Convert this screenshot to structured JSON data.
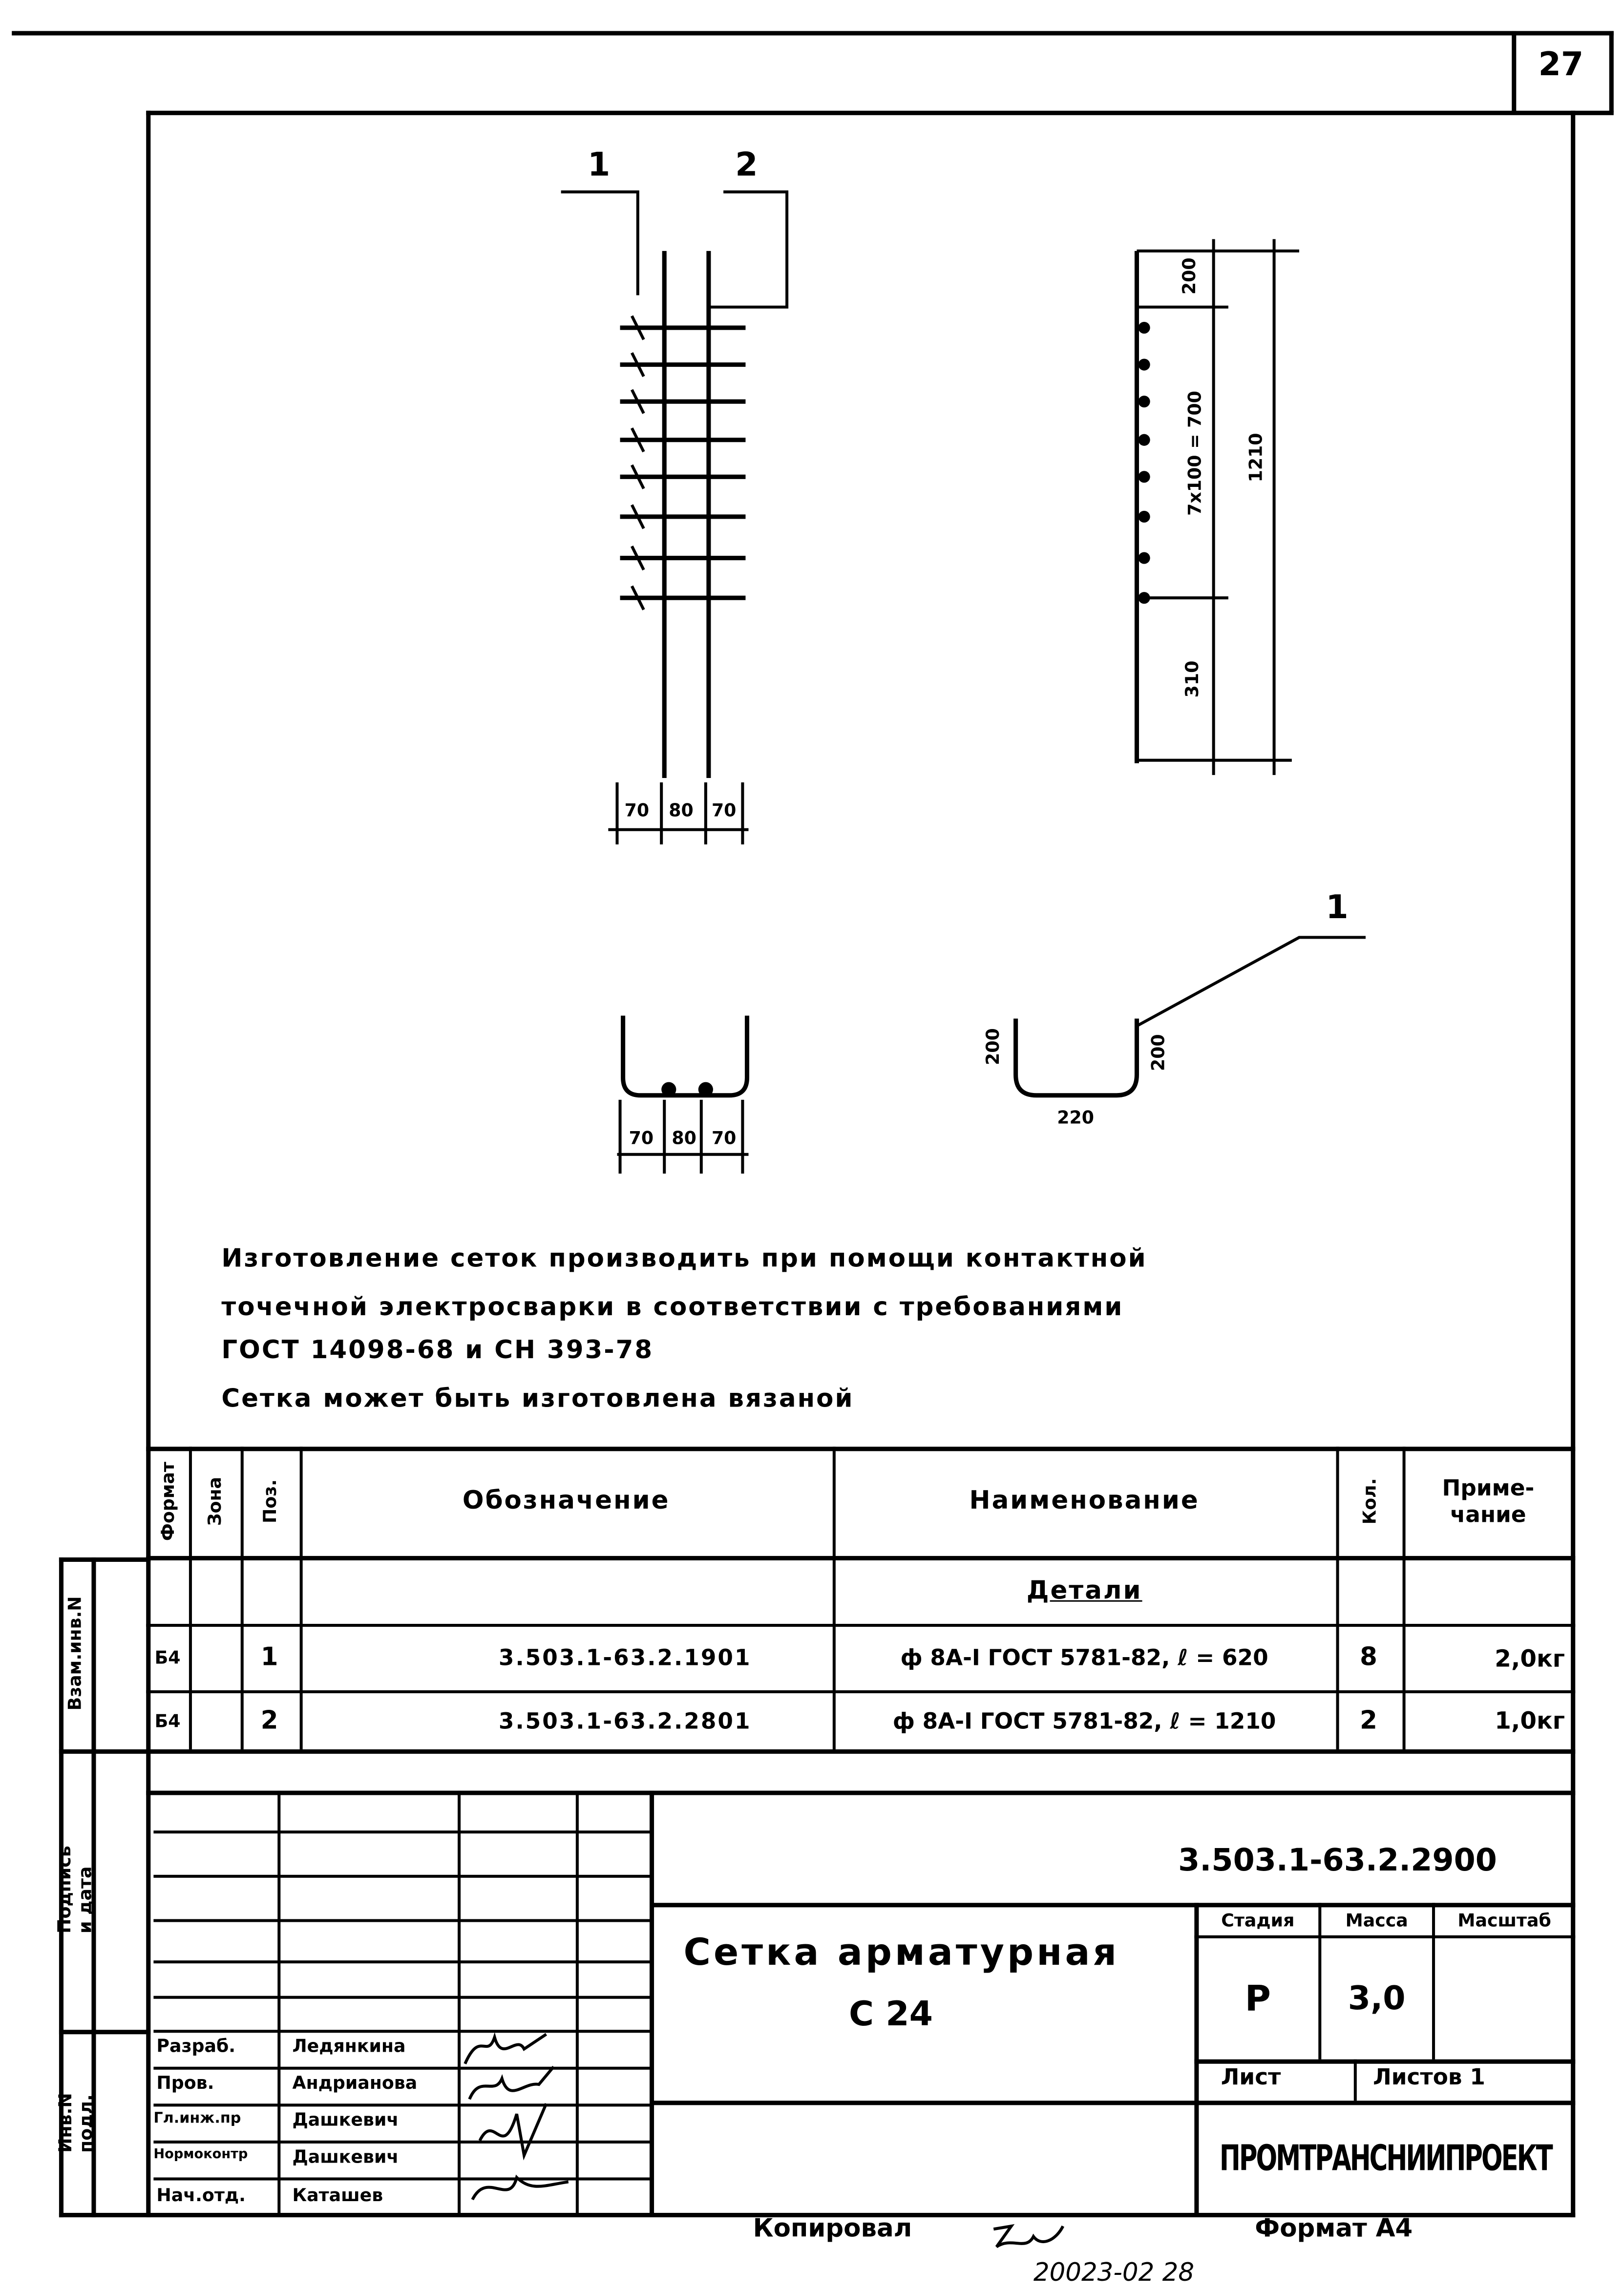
{
  "page_number": "27",
  "drawing": {
    "leader_labels": [
      "1",
      "2",
      "1"
    ],
    "plan_dims": [
      "70",
      "80",
      "70"
    ],
    "section_dims": [
      "70",
      "80",
      "70"
    ],
    "side_dims": {
      "top": "200",
      "middle": "7x100 = 700",
      "bottom": "310",
      "total": "1210"
    },
    "bent_bar_dims": {
      "left": "200",
      "right": "200",
      "bottom": "220"
    }
  },
  "notes": [
    "Изготовление сеток производить при помощи контактной",
    "точечной электросварки в соответствии с требованиями",
    "ГОСТ 14098-68 и СН 393-78",
    "Сетка может быть изготовлена вязаной"
  ],
  "spec_table": {
    "headers": {
      "format": "Формат",
      "zone": "Зона",
      "pos": "Поз.",
      "designation": "Обозначение",
      "name": "Наименование",
      "qty": "Кол.",
      "note": "Приме-чание"
    },
    "section_title": "Детали",
    "rows": [
      {
        "format": "Б4",
        "zone": "",
        "pos": "1",
        "designation": "3.503.1-63.2.1901",
        "name": "ф 8А-I ГОСТ 5781-82, ℓ = 620",
        "qty": "8",
        "note": "2,0кг"
      },
      {
        "format": "Б4",
        "zone": "",
        "pos": "2",
        "designation": "3.503.1-63.2.2801",
        "name": "ф 8А-I ГОСТ 5781-82, ℓ = 1210",
        "qty": "2",
        "note": "1,0кг"
      }
    ]
  },
  "side_strip": [
    "Взам.инв.N",
    "Подпись и дата",
    "Инв.N подл."
  ],
  "title_block": {
    "doc_number": "3.503.1-63.2.2900",
    "title_line1": "Сетка арматурная",
    "title_line2": "С 24",
    "stage_label": "Стадия",
    "mass_label": "Масса",
    "scale_label": "Масштаб",
    "stage": "Р",
    "mass": "3,0",
    "scale": "",
    "sheet_label": "Лист",
    "sheets_label": "Листов 1",
    "organization": "ПРОМТРАНСНИИПРОЕКТ",
    "staff": [
      {
        "role": "Разраб.",
        "name": "Ледянкина"
      },
      {
        "role": "Пров.",
        "name": "Андрианова"
      },
      {
        "role": "Гл.инж.пр",
        "name": "Дашкевич"
      },
      {
        "role": "Нормоконтр",
        "name": "Дашкевич"
      },
      {
        "role": "Нач.отд.",
        "name": "Каташев"
      }
    ]
  },
  "footer": {
    "copied": "Копировал",
    "format": "Формат А4",
    "date": "20023-02 28"
  }
}
